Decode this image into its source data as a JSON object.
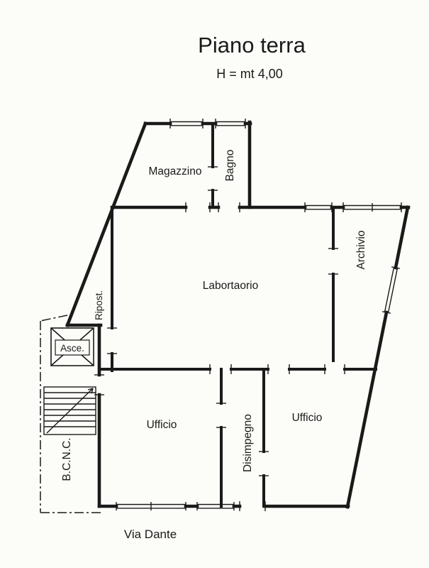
{
  "title": "Piano terra",
  "subtitle": "H = mt 4,00",
  "street_label": "Via Dante",
  "rooms": {
    "magazzino": "Magazzino",
    "bagno": "Bagno",
    "laboratorio": "Labortaorio",
    "archivio": "Archivio",
    "ripostiglio": "Ripost.",
    "ascensore": "Asce.",
    "bcnc": "B.C.N.C.",
    "ufficio_sx": "Ufficio",
    "disimpegno": "Disimpegno",
    "ufficio_dx": "Ufficio"
  },
  "colors": {
    "ink": "#1a1a1a",
    "paper": "#fcfcf8"
  }
}
